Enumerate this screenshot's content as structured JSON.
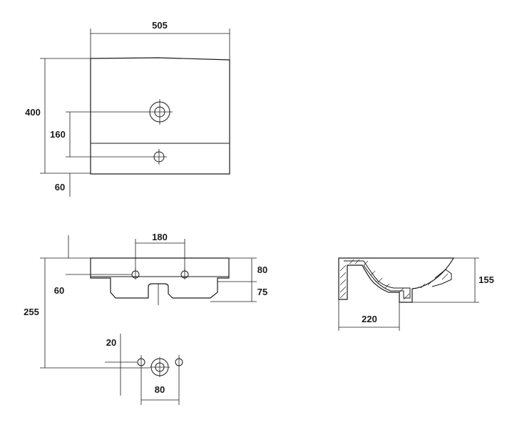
{
  "dimensions": {
    "top_width": "505",
    "top_height": "400",
    "tap_to_drain": "160",
    "bottom_offset": "60",
    "front_hole_spacing": "180",
    "front_offset_60": "60",
    "front_height_80": "80",
    "front_height_75": "75",
    "overall_255": "255",
    "drain_20": "20",
    "drain_80": "80",
    "section_155": "155",
    "section_220": "220"
  },
  "colors": {
    "ink": "#1a1a1a",
    "background": "#ffffff"
  }
}
